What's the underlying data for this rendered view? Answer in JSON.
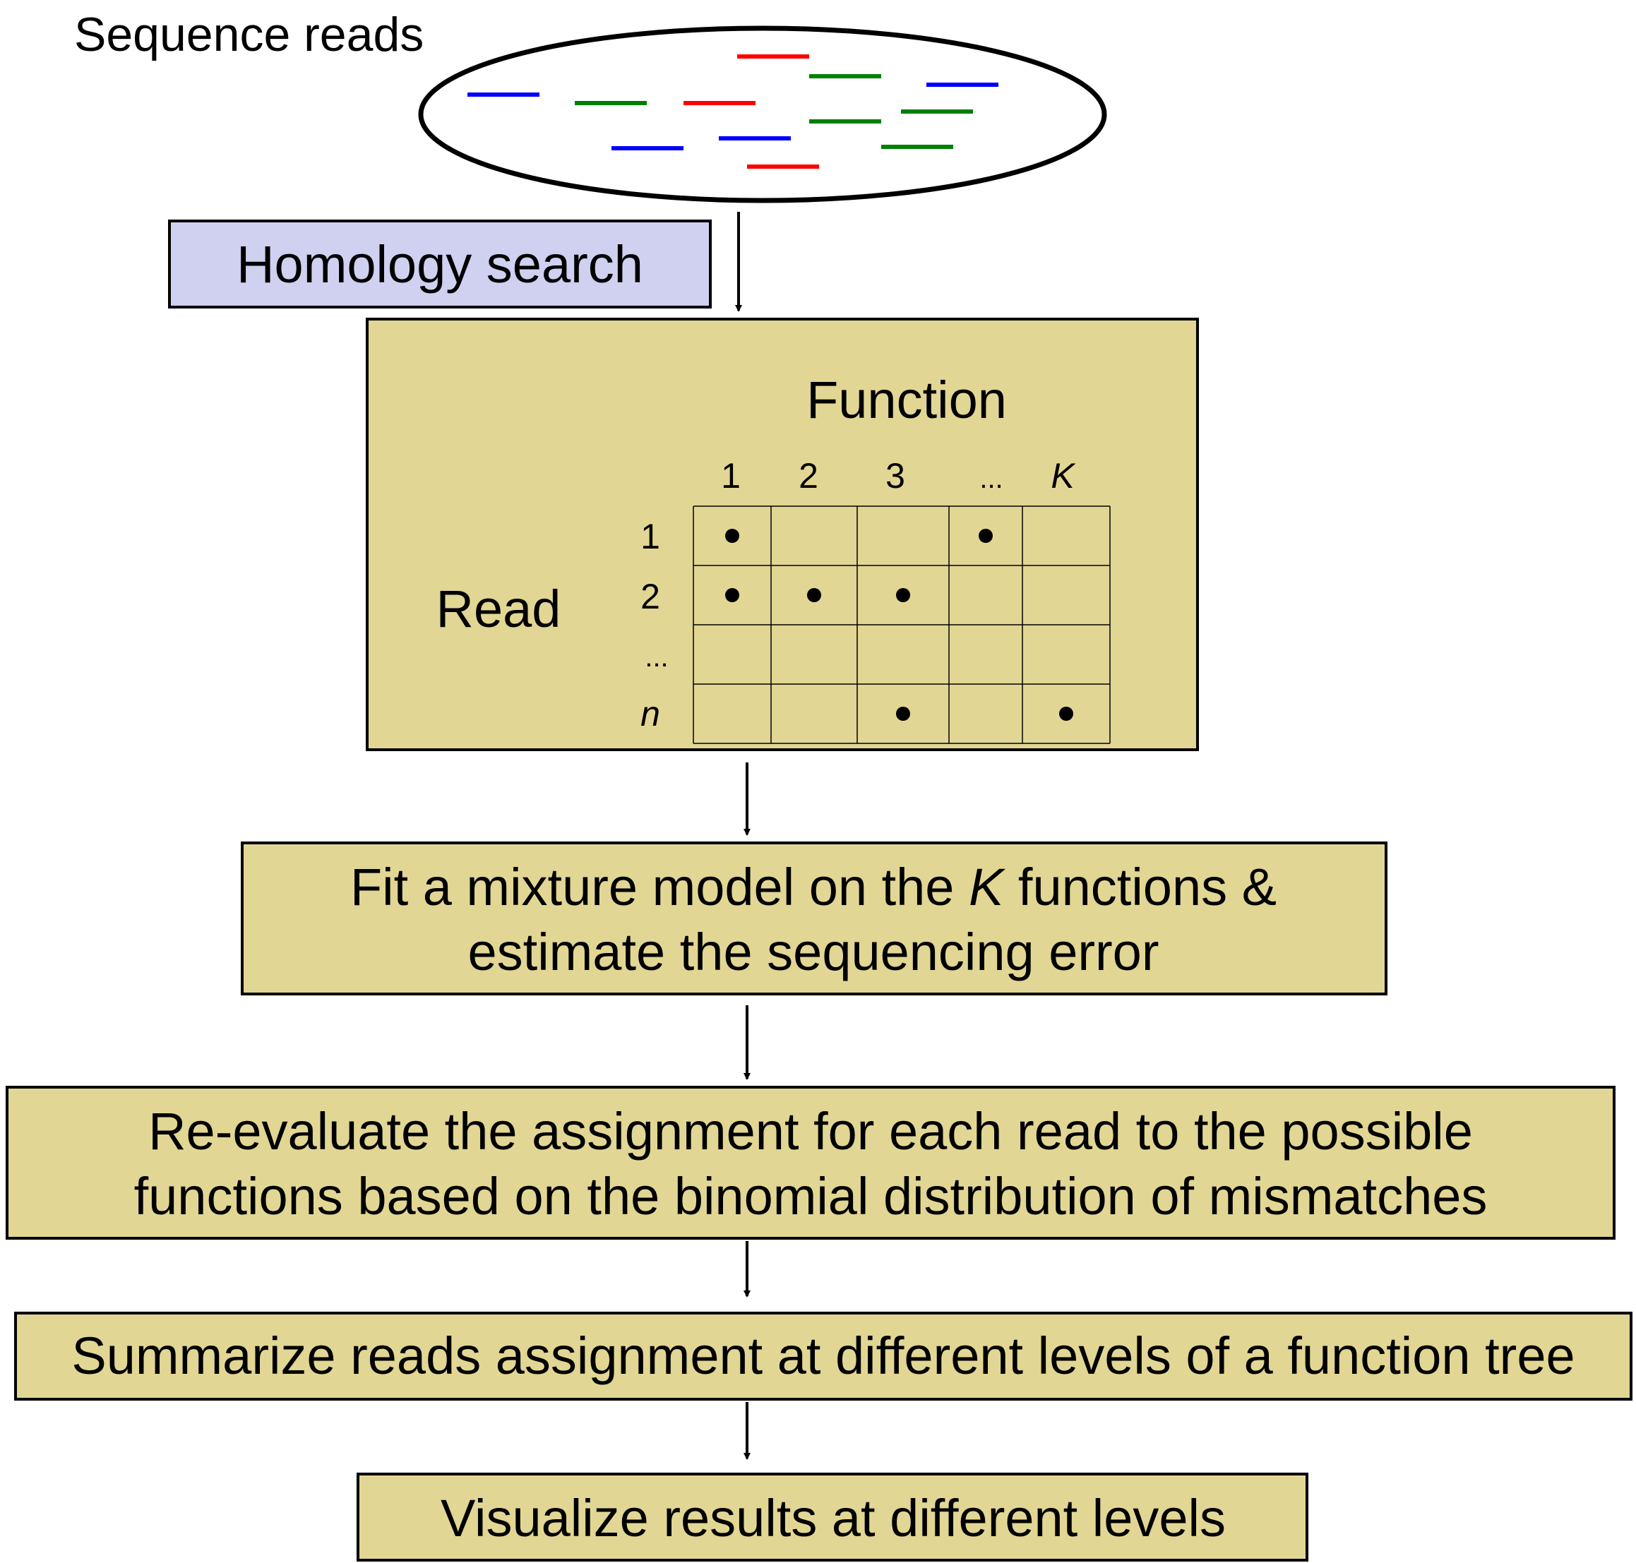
{
  "title": "Sequence reads",
  "colors": {
    "homology_box": "#d0d0f0",
    "step_box": "#e2d694",
    "border": "#000000",
    "read_red": "#ff0000",
    "read_green": "#008000",
    "read_blue": "#0000ff"
  },
  "homology": {
    "label": "Homology search"
  },
  "matrix": {
    "title": "Function",
    "row_title": "Read",
    "column_labels": [
      "1",
      "2",
      "3",
      "...",
      "K"
    ],
    "row_labels": [
      "1",
      "2",
      "...",
      "n"
    ],
    "hits": [
      [
        1,
        0,
        0,
        1,
        0
      ],
      [
        1,
        1,
        1,
        0,
        0
      ],
      [
        0,
        0,
        0,
        0,
        0
      ],
      [
        0,
        0,
        1,
        0,
        1
      ]
    ]
  },
  "steps": {
    "fit": {
      "pre": "Fit a mixture model on the ",
      "var": "K",
      "post": " functions &",
      "line2": "estimate the sequencing error"
    },
    "reevaluate": {
      "line1": "Re-evaluate the assignment for each read to the possible",
      "line2": "functions based on the binomial distribution of mismatches"
    },
    "summarize": {
      "label": "Summarize reads assignment at different levels of a function tree"
    },
    "visualize": {
      "label": "Visualize results at different levels"
    }
  }
}
